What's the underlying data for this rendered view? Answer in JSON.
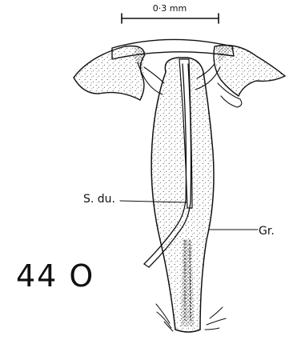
{
  "scale_bar": {
    "label": "0·3 mm"
  },
  "labels": {
    "sperm_duct": "S. du.",
    "gland": "Gr."
  },
  "figure_number": "44 O"
}
